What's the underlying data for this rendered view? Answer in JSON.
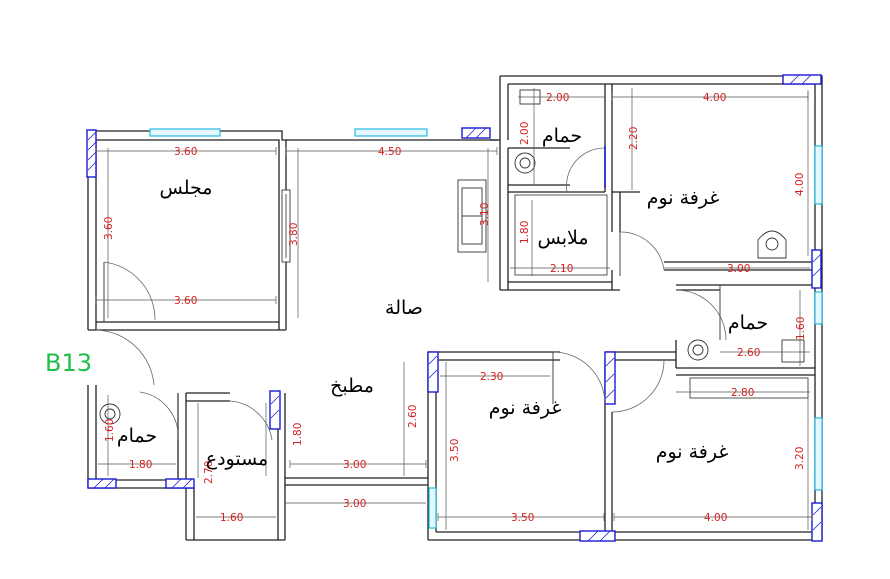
{
  "plot": {
    "label": "B13"
  },
  "rooms": {
    "majlis": "مجلس",
    "hall": "صالة",
    "kitchen": "مطبخ",
    "bedroom_ne": "غرفة نوم",
    "bedroom_mid": "غرفة نوم",
    "bedroom_se": "غرفة نوم",
    "bath_top": "حمام",
    "bath_right": "حمام",
    "bath_left": "حمام",
    "dressing": "ملابس",
    "storage": "مستودع"
  },
  "dimensions": {
    "majlis_top": "3.60",
    "majlis_bottom": "3.60",
    "majlis_side": "3.60",
    "hall_top": "4.50",
    "hall_v": "3.80",
    "sofa_v": "3.10",
    "bath_top_w": "2.00",
    "bath_top_h": "2.00",
    "bed_ne_w": "4.00",
    "bed_ne_h": "2.20",
    "east_v": "4.00",
    "dress_v": "1.80",
    "dress_w": "2.10",
    "ne_lower_w": "3.00",
    "bath_r_w": "2.60",
    "bath_r_h": "1.60",
    "bed_se_top": "2.80",
    "bed_se_v": "3.20",
    "bed_mid_w": "2.30",
    "bed_mid_v": "3.50",
    "kitchen_v": "2.60",
    "kitchen_w": "3.00",
    "passage_w": "3.00",
    "bed_mid_bottom": "3.50",
    "bed_se_bottom": "4.00",
    "store_v": "1.80",
    "store_v2": "2.70",
    "store_w": "1.60",
    "bath_l_w": "1.80",
    "bath_l_v": "1.60"
  }
}
